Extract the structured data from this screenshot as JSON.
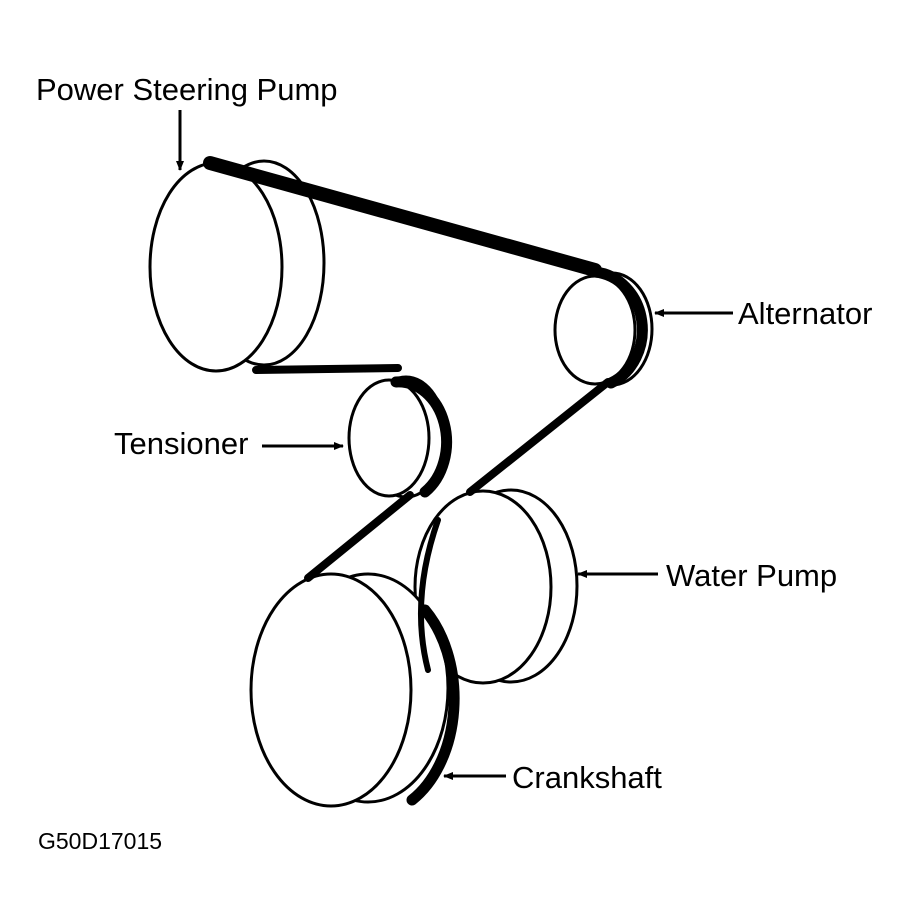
{
  "diagram": {
    "labels": {
      "power_steering_pump": "Power Steering Pump",
      "alternator": "Alternator",
      "tensioner": "Tensioner",
      "water_pump": "Water Pump",
      "crankshaft": "Crankshaft"
    },
    "figure_code": "G50D17015"
  }
}
